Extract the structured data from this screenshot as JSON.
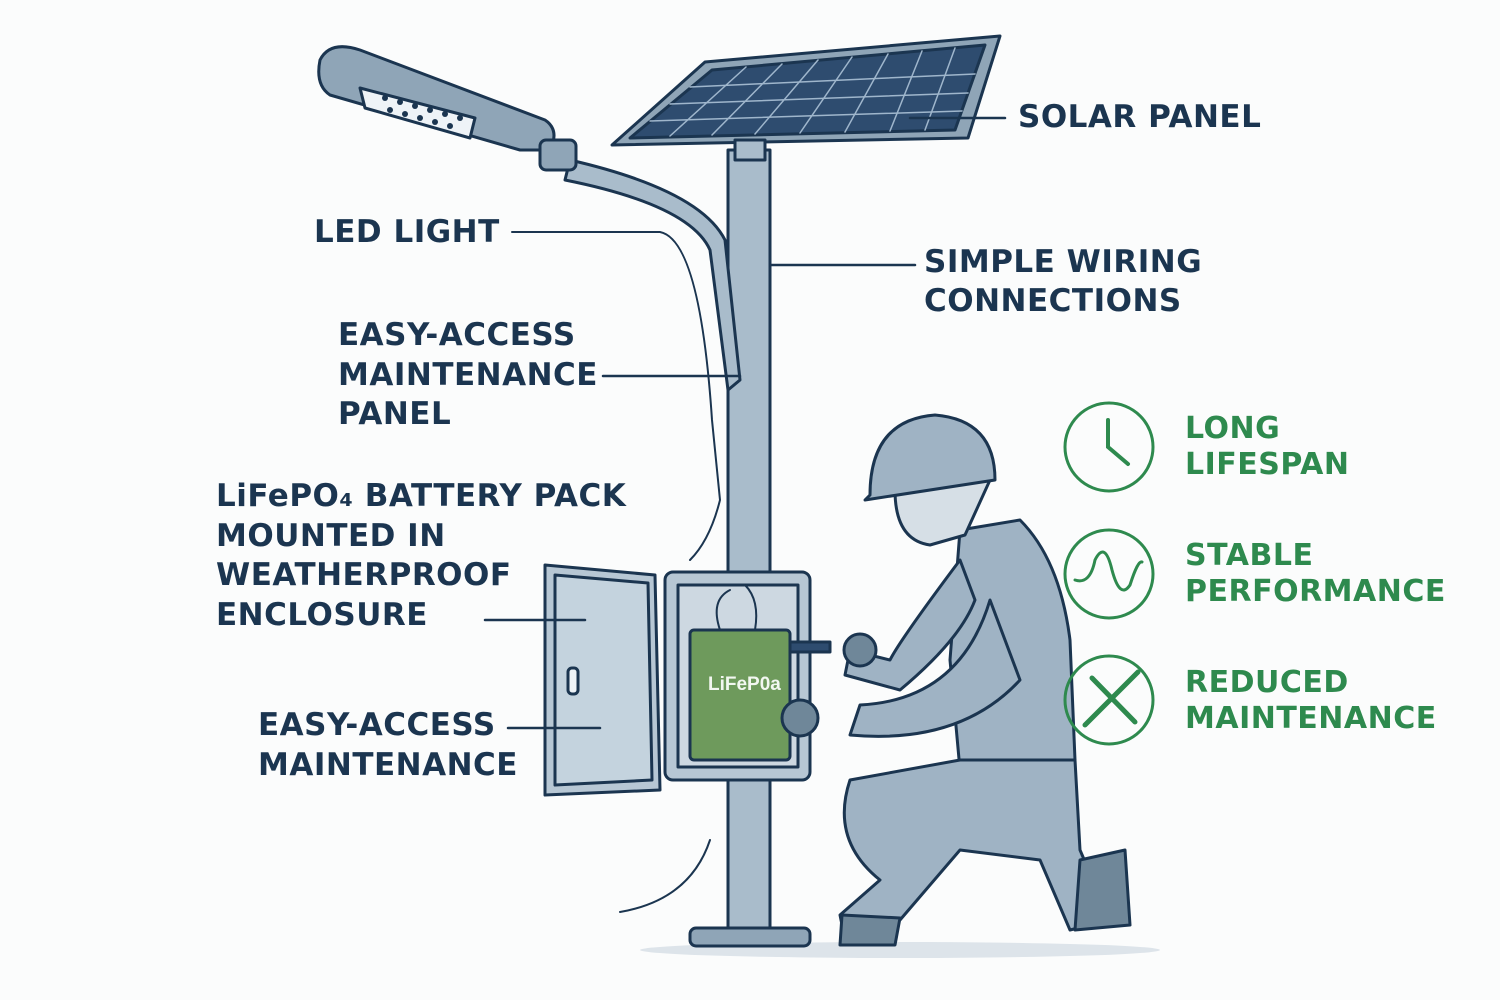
{
  "title": "Solar street light with LiFePO4 battery maintenance",
  "labels": {
    "solar_panel": "SOLAR PANEL",
    "led_light": "LED LIGHT",
    "simple_wiring": "SIMPLE WIRING\nCONNECTIONS",
    "maintenance_panel": "EASY-ACCESS\nMAINTENANCE\nPANEL",
    "battery_pack": "LiFePO₄ BATTERY PACK\nMOUNTED IN\nWEATHERPROOF\nENCLOSURE",
    "easy_access": "EASY-ACCESS\nMAINTENANCE",
    "battery_text": "LiFeP0a"
  },
  "features": [
    {
      "icon": "clock-icon",
      "label": "LONG\nLIFESPAN"
    },
    {
      "icon": "sine-wave-icon",
      "label": "STABLE\nPERFORMANCE"
    },
    {
      "icon": "tools-icon",
      "label": "REDUCED\nMAINTENANCE"
    }
  ],
  "colors": {
    "navy": "#1b3550",
    "green": "#2e8a4e",
    "steel": "#9fb3c4",
    "battery": "#6e9a5c"
  }
}
